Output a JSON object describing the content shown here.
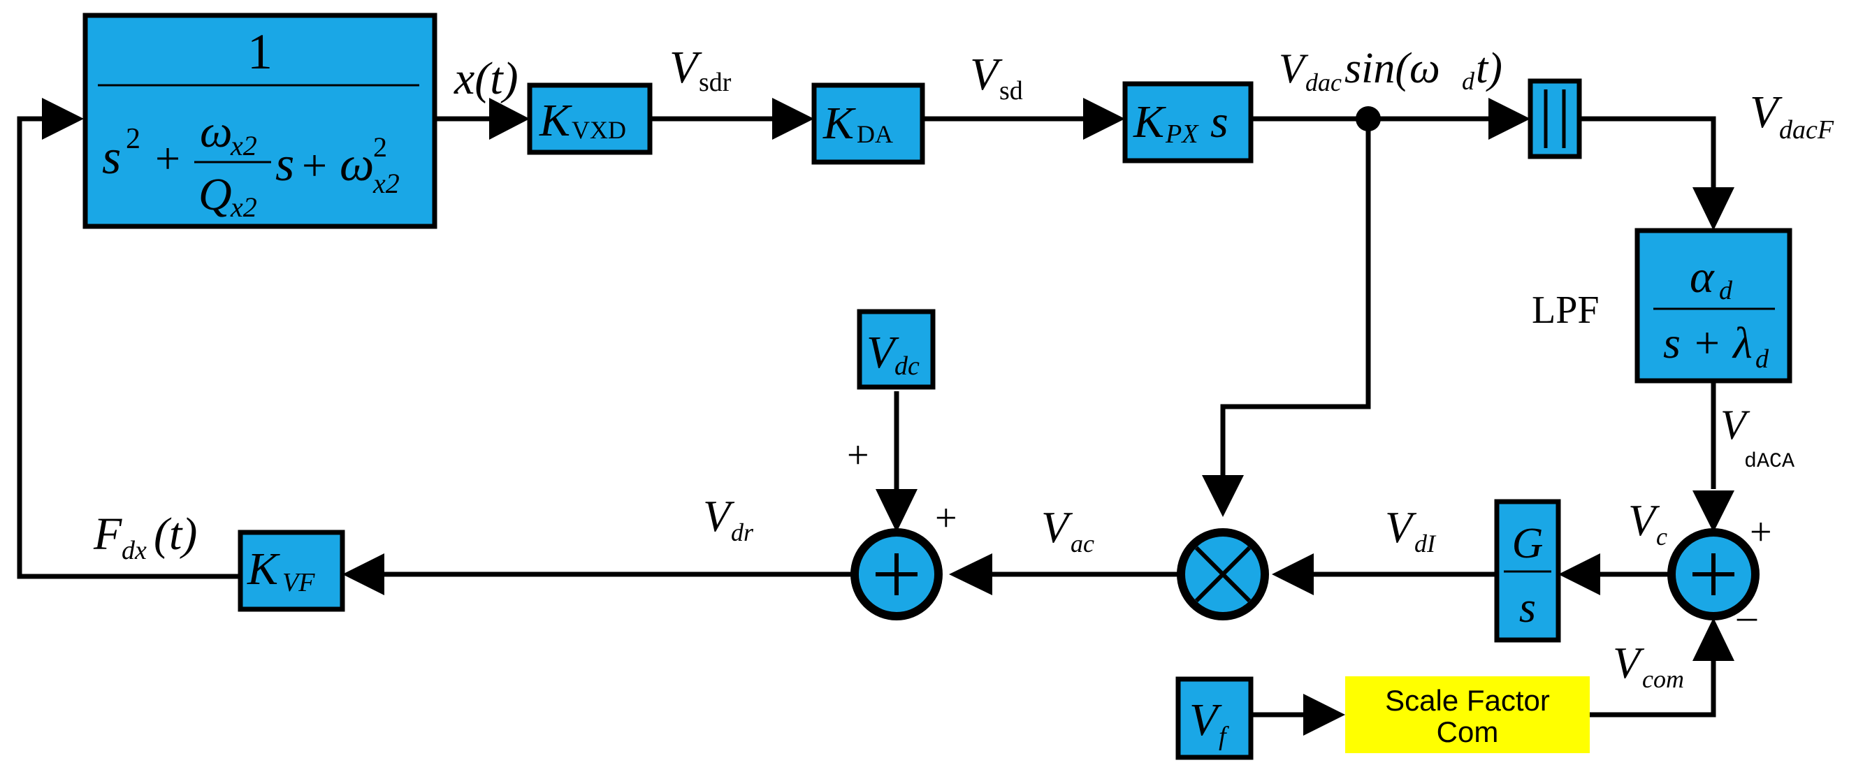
{
  "blocks": {
    "plant": {
      "num": "1",
      "s2": "s",
      "sq": "2",
      "plus1": "+",
      "w": "ω",
      "wsub": "x2",
      "Q": "Q",
      "Qsub": "x2",
      "s": "s",
      "plus2": "+",
      "w2": "ω",
      "w2sup": "2",
      "w2sub": "x2"
    },
    "kvxd": {
      "K": "K",
      "sub": "VXD"
    },
    "kda": {
      "K": "K",
      "sub": "DA"
    },
    "kpx": {
      "K": "K",
      "sub": "PX",
      "s": "s"
    },
    "abs": {
      "label": "| |"
    },
    "lpf": {
      "num": "α",
      "numsub": "d",
      "den": "s + λ",
      "densub": "d",
      "label": "LPF"
    },
    "gs": {
      "num": "G",
      "den": "s"
    },
    "vdc": {
      "V": "V",
      "sub": "dc"
    },
    "vf": {
      "V": "V",
      "sub": "f"
    },
    "kvf": {
      "K": "K",
      "sub": "VF"
    },
    "scale": {
      "line1": "Scale Factor",
      "line2": "Com"
    }
  },
  "signals": {
    "xt": "x(t)",
    "vsdr": {
      "V": "V",
      "sub": "sdr"
    },
    "vsd": {
      "V": "V",
      "sub": "sd"
    },
    "vdac": {
      "V": "V",
      "sub": "dac",
      "rest": "sin(ω",
      "rest_sub": "d",
      "rest_end": "t)"
    },
    "vdacf": {
      "V": "V",
      "sub": "dacF"
    },
    "vdaca": {
      "V": "V",
      "sub": "dACA"
    },
    "vc": {
      "V": "V",
      "sub": "c"
    },
    "vdi": {
      "V": "V",
      "sub": "dI"
    },
    "vac": {
      "V": "V",
      "sub": "ac"
    },
    "vdr": {
      "V": "V",
      "sub": "dr"
    },
    "vcom": {
      "V": "V",
      "sub": "com"
    },
    "fdx": {
      "F": "F",
      "sub": "dx",
      "rest": "(t)"
    }
  },
  "signs": {
    "sum1_top": "+",
    "sum1_right": "+",
    "sum2_top": "+",
    "sum2_bottom": "–",
    "sum_symbol": "+",
    "mult_symbol": "×"
  }
}
